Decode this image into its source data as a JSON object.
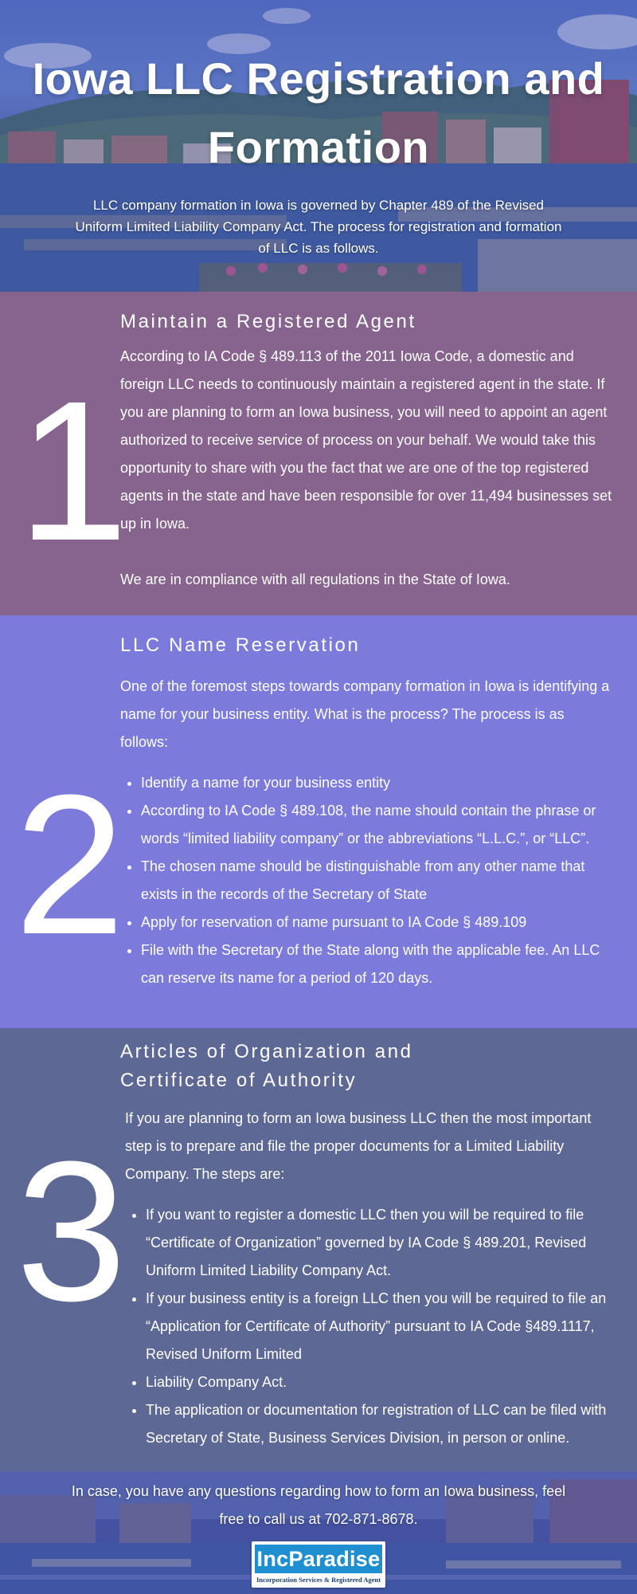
{
  "header": {
    "title": "Iowa LLC Registration and Formation",
    "intro": "LLC company formation in Iowa is governed by Chapter 489 of the Revised Uniform Limited Liability Company Act. The process for registration and formation of LLC is as follows."
  },
  "sections": [
    {
      "number": "1",
      "heading": "Maintain a Registered Agent",
      "paragraphs": [
        "According to IA Code § 489.113 of the 2011 Iowa Code, a domestic and foreign LLC needs to continuously maintain a registered agent in the state. If you are planning to form an Iowa business, you will need to appoint an agent authorized to receive service of process on your behalf. We would take this opportunity to share with you the fact that we are one of the top registered agents in the state and have been responsible for over 11,494 businesses set up in Iowa.",
        "We are in compliance with all regulations in the State of Iowa."
      ]
    },
    {
      "number": "2",
      "heading": "LLC Name Reservation",
      "paragraphs": [
        "One of the foremost steps towards company formation in Iowa is identifying a name for your business entity. What is the process? The process is as follows:"
      ],
      "bullets": [
        "Identify a name for your business entity",
        "According to IA Code § 489.108, the name should contain the phrase or words “limited liability company” or the abbreviations “L.L.C.”, or “LLC”.",
        "The chosen name should be distinguishable from any other name that exists in the records of the Secretary of State",
        "Apply for reservation of name pursuant to IA Code § 489.109",
        "File with the Secretary of the State along with the applicable fee. An LLC can reserve its name for a period of 120 days."
      ]
    },
    {
      "number": "3",
      "heading_line1": "Articles of Organization and",
      "heading_line2": "Certificate of Authority",
      "paragraphs": [
        "If you are planning to form an Iowa business LLC then the most important step is to prepare and file the proper documents for a Limited Liability Company. The steps are:"
      ],
      "bullets": [
        "If you want to register a domestic LLC then you will be required to file “Certificate of Organization” governed by IA Code § 489.201, Revised Uniform Limited Liability Company Act.",
        "If your business entity is a foreign LLC then you will be required to file an “Application for Certificate of Authority” pursuant to IA Code §489.1117, Revised Uniform Limited",
        "Liability Company Act.",
        "The application or documentation for registration of LLC can be filed with Secretary of State, Business Services Division, in person or online."
      ]
    }
  ],
  "footer": {
    "text": "In case, you have any questions regarding how to form an Iowa business, feel free to call us at 702-871-8678.",
    "logo_name": "IncParadise",
    "logo_tagline": "Incorporation Services & Registered Agent"
  },
  "colors": {
    "section1_bg": "#86648d",
    "section2_bg": "#7c7bdc",
    "section3_bg": "#5e6894",
    "logo_blue": "#1f8fd0"
  }
}
